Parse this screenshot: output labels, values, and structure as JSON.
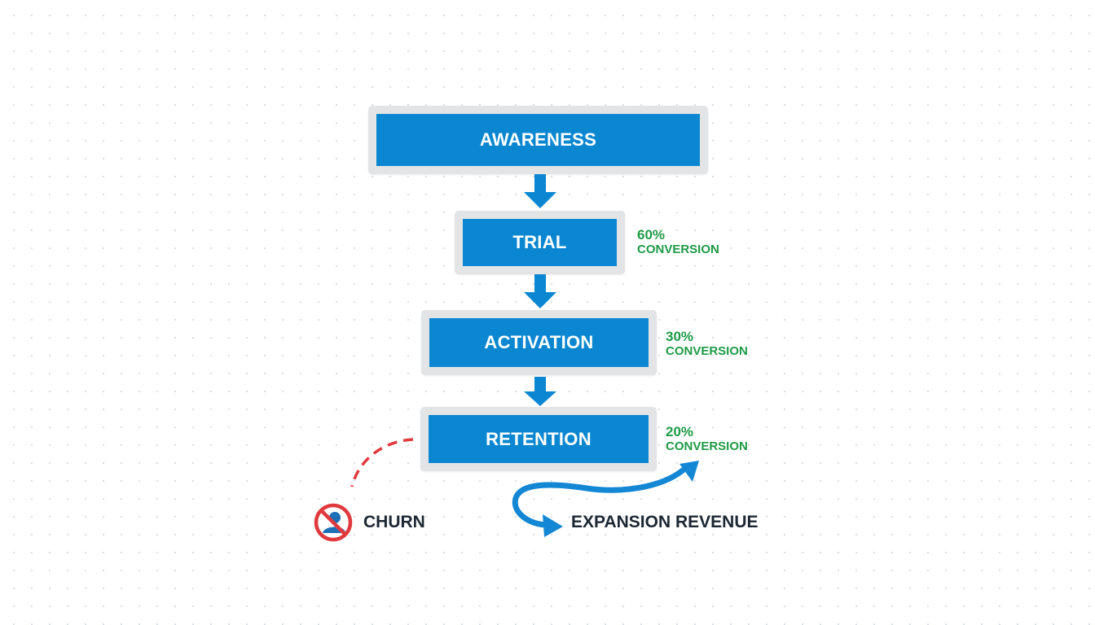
{
  "funnel": {
    "stages": [
      {
        "label": "AWARENESS"
      },
      {
        "label": "TRIAL",
        "conversion_pct": "60%",
        "conversion_label": "CONVERSION"
      },
      {
        "label": "ACTIVATION",
        "conversion_pct": "30%",
        "conversion_label": "CONVERSION"
      },
      {
        "label": "RETENTION",
        "conversion_pct": "20%",
        "conversion_label": "CONVERSION"
      }
    ]
  },
  "outcomes": {
    "churn": {
      "label": "CHURN",
      "icon": "no-user-icon"
    },
    "expansion": {
      "label": "EXPANSION REVENUE",
      "icon": "curved-arrow-icon"
    }
  },
  "colors": {
    "stage_fill": "#0b87d1",
    "stage_frame": "#e3e4e6",
    "conversion_text": "#1f9a46",
    "churn_red": "#e03a3e",
    "dark_text": "#1c2733"
  }
}
